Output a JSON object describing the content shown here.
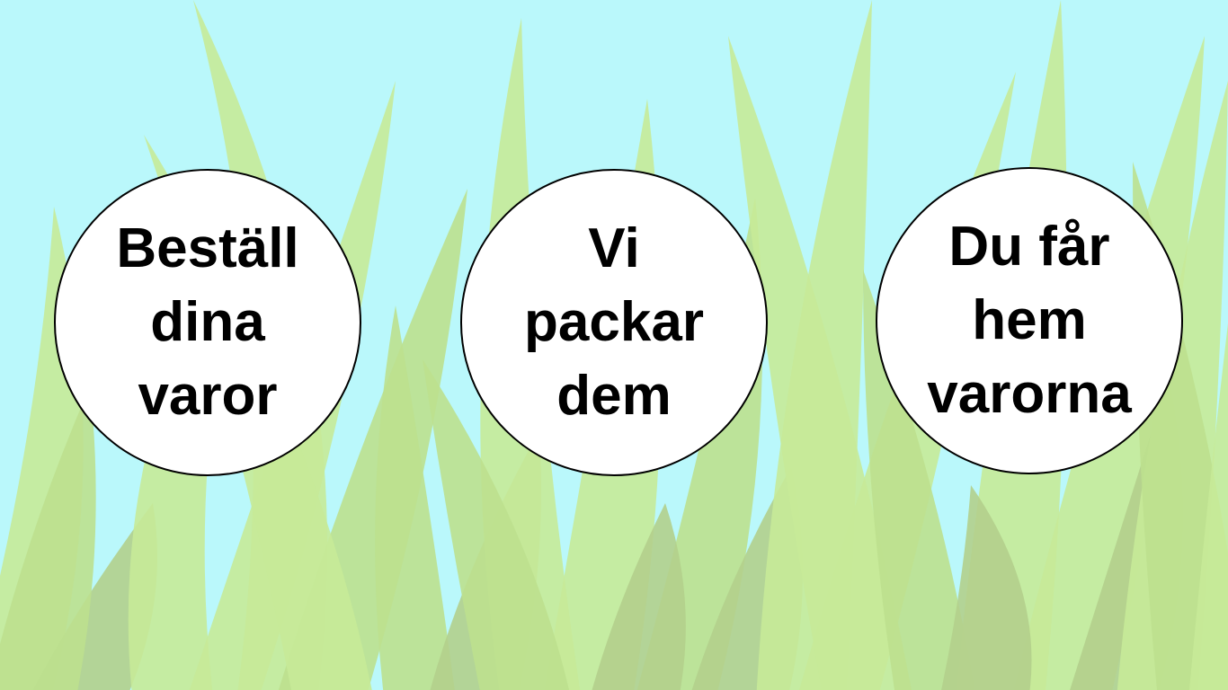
{
  "background": {
    "sky_color": "#baf8fb",
    "grass_light": "#c6ea98",
    "grass_mid": "#bde08e",
    "grass_dark": "#b3cf8c"
  },
  "steps": [
    {
      "text": "Beställ\ndina\nvaror"
    },
    {
      "text": "Vi\npackar\ndem"
    },
    {
      "text": "Du får\nhem\nvarorna"
    }
  ]
}
